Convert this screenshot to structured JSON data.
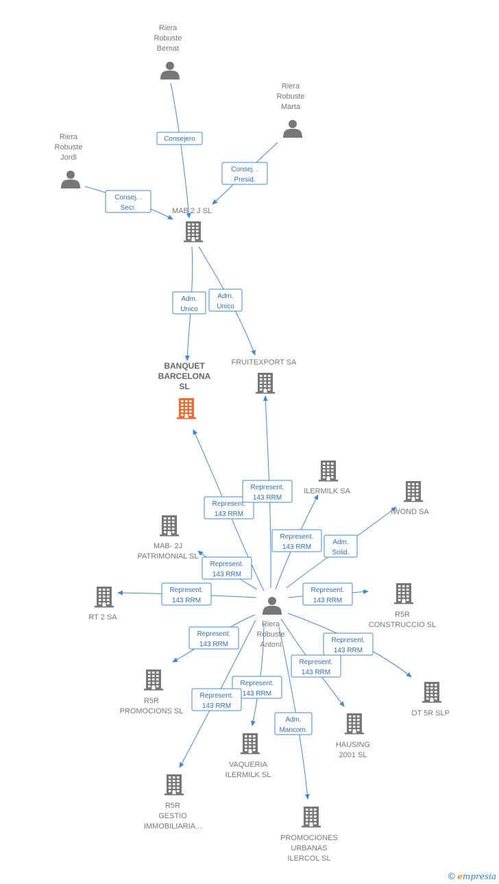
{
  "colors": {
    "edge": "#3f88d8",
    "edge_text": "#2f6fbf",
    "node": "#777777",
    "focus": "#f26a2e"
  },
  "brand": {
    "copyright": "©",
    "e_letter": "e",
    "rest": "mpresia"
  },
  "nodes": [
    {
      "id": "bernat",
      "kind": "person",
      "lines": [
        "Riera",
        "Robuste",
        "Bernat"
      ]
    },
    {
      "id": "marta",
      "kind": "person",
      "lines": [
        "Riera",
        "Robuste",
        "Marta"
      ]
    },
    {
      "id": "jordi",
      "kind": "person",
      "lines": [
        "Riera",
        "Robuste",
        "Jordi"
      ]
    },
    {
      "id": "mab2j",
      "kind": "company",
      "lines": [
        "MAB 2 J SL"
      ]
    },
    {
      "id": "banquet",
      "kind": "company",
      "focus": true,
      "lines": [
        "BANQUET",
        "BARCELONA",
        "SL"
      ]
    },
    {
      "id": "fruitexport",
      "kind": "company",
      "lines": [
        "FRUITEXPORT SA"
      ]
    },
    {
      "id": "ilermilk",
      "kind": "company",
      "lines": [
        "ILERMILK SA"
      ]
    },
    {
      "id": "iwond",
      "kind": "company",
      "lines": [
        "IWOND SA"
      ]
    },
    {
      "id": "mab2jpatr",
      "kind": "company",
      "lines": [
        "MAB- 2J",
        "PATRIMONIAL SL"
      ]
    },
    {
      "id": "rt2",
      "kind": "company",
      "lines": [
        "RT 2 SA"
      ]
    },
    {
      "id": "antoni",
      "kind": "person",
      "lines": [
        "Riera",
        "Robuste",
        "Antoni"
      ]
    },
    {
      "id": "r5rconstr",
      "kind": "company",
      "lines": [
        "R5R",
        "CONSTRUCCIO SL"
      ]
    },
    {
      "id": "r5rprom",
      "kind": "company",
      "lines": [
        "R5R",
        "PROMOCIONS SL"
      ]
    },
    {
      "id": "ot5r",
      "kind": "company",
      "lines": [
        "OT 5R SLP"
      ]
    },
    {
      "id": "hausing",
      "kind": "company",
      "lines": [
        "HAUSING",
        "2001 SL"
      ]
    },
    {
      "id": "vaqueria",
      "kind": "company",
      "lines": [
        "VAQUERIA",
        "ILERMILK SL"
      ]
    },
    {
      "id": "r5rgestio",
      "kind": "company",
      "lines": [
        "R5R",
        "GESTIO",
        "IMMOBILIARIA..."
      ]
    },
    {
      "id": "promurb",
      "kind": "company",
      "lines": [
        "PROMOCIONES",
        "URBANAS",
        "ILERCOL SL"
      ]
    }
  ],
  "edges": [
    {
      "id": "bernat-mab",
      "from": "bernat",
      "to": "mab2j",
      "label": [
        "Consejero"
      ]
    },
    {
      "id": "marta-mab",
      "from": "marta",
      "to": "mab2j",
      "label": [
        "Consej. .",
        "Presid."
      ]
    },
    {
      "id": "jordi-mab",
      "from": "jordi",
      "to": "mab2j",
      "label": [
        "Consej. .",
        "Secr."
      ]
    },
    {
      "id": "mab-banquet",
      "from": "mab2j",
      "to": "banquet",
      "label": [
        "Adm.",
        "Unico"
      ]
    },
    {
      "id": "mab-fruit",
      "from": "mab2j",
      "to": "fruitexport",
      "label": [
        "Adm.",
        "Unico"
      ]
    },
    {
      "id": "ant-banquet",
      "from": "antoni",
      "to": "banquet",
      "label": [
        "Represent.",
        "143 RRM"
      ]
    },
    {
      "id": "ant-fruit",
      "from": "antoni",
      "to": "fruitexport",
      "label": [
        "Represent.",
        "143 RRM"
      ]
    },
    {
      "id": "ant-ilermilk",
      "from": "antoni",
      "to": "ilermilk",
      "label": [
        "Represent.",
        "143 RRM"
      ]
    },
    {
      "id": "ant-iwond",
      "from": "antoni",
      "to": "iwond",
      "label": [
        "Adm.",
        "Solid."
      ]
    },
    {
      "id": "ant-mabpatr",
      "from": "antoni",
      "to": "mab2jpatr",
      "label": [
        "Represent.",
        "143 RRM"
      ]
    },
    {
      "id": "ant-rt2",
      "from": "antoni",
      "to": "rt2",
      "label": [
        "Represent.",
        "143 RRM"
      ]
    },
    {
      "id": "ant-r5rconstr",
      "from": "antoni",
      "to": "r5rconstr",
      "label": [
        "Represent.",
        "143 RRM"
      ]
    },
    {
      "id": "ant-r5rprom",
      "from": "antoni",
      "to": "r5rprom",
      "label": [
        "Represent.",
        "143 RRM"
      ]
    },
    {
      "id": "ant-ot5r",
      "from": "antoni",
      "to": "ot5r",
      "label": [
        "Represent.",
        "143 RRM"
      ]
    },
    {
      "id": "ant-hausing",
      "from": "antoni",
      "to": "hausing",
      "label": [
        "Represent.",
        "143 RRM"
      ]
    },
    {
      "id": "ant-vaqueria",
      "from": "antoni",
      "to": "vaqueria",
      "label": [
        "Represent.",
        "143 RRM"
      ]
    },
    {
      "id": "ant-r5rgestio",
      "from": "antoni",
      "to": "r5rgestio",
      "label": [
        "Represent.",
        "143 RRM"
      ]
    },
    {
      "id": "ant-promurb",
      "from": "antoni",
      "to": "promurb",
      "label": [
        "Adm.",
        "Mancom."
      ]
    }
  ]
}
